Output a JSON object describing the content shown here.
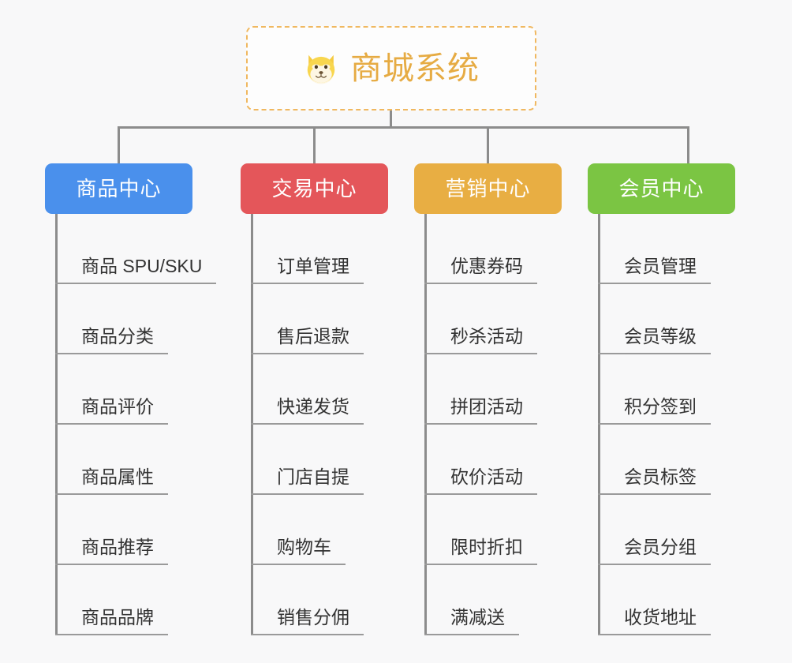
{
  "page": {
    "background_color": "#f8f8f9",
    "type": "mindmap"
  },
  "root": {
    "title": "商城系统",
    "icon": "shiba-dog-face-icon",
    "text_color": "#e6ab43",
    "border_color": "#f0b860",
    "border_style": "dashed"
  },
  "categories": [
    {
      "label": "商品中心",
      "color": "#4a90ec",
      "items": [
        "商品 SPU/SKU",
        "商品分类",
        "商品评价",
        "商品属性",
        "商品推荐",
        "商品品牌"
      ]
    },
    {
      "label": "交易中心",
      "color": "#e4565a",
      "items": [
        "订单管理",
        "售后退款",
        "快递发货",
        "门店自提",
        "购物车",
        "销售分佣"
      ]
    },
    {
      "label": "营销中心",
      "color": "#e8ae43",
      "items": [
        "优惠券码",
        "秒杀活动",
        "拼团活动",
        "砍价活动",
        "限时折扣",
        "满减送"
      ]
    },
    {
      "label": "会员中心",
      "color": "#7bc543",
      "items": [
        "会员管理",
        "会员等级",
        "积分签到",
        "会员标签",
        "会员分组",
        "收货地址"
      ]
    }
  ],
  "connector": {
    "color": "#8c8c8c"
  }
}
